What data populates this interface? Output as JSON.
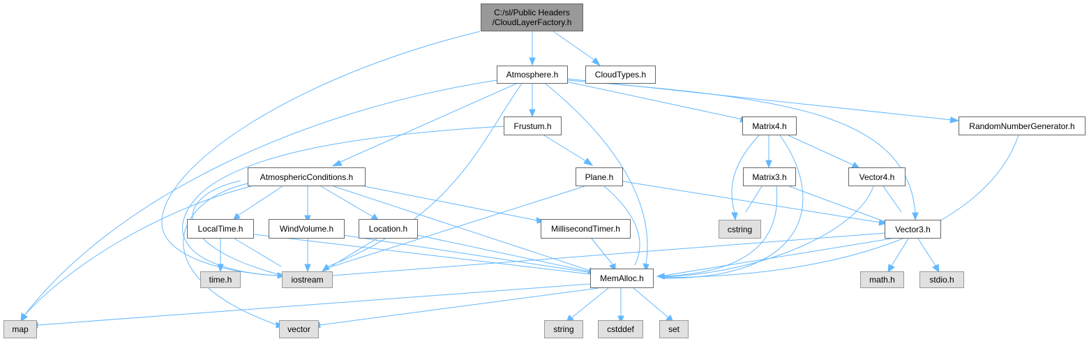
{
  "colors": {
    "edge": "#63b8ff",
    "root_fill": "#999999",
    "system_fill": "#e0e0e0",
    "local_fill": "#ffffff",
    "border": "#666666"
  },
  "nodes": {
    "root": {
      "line1": "C:/sl/Public Headers",
      "line2": "/CloudLayerFactory.h"
    },
    "atmosphere": "Atmosphere.h",
    "cloudtypes": "CloudTypes.h",
    "frustum": "Frustum.h",
    "matrix4": "Matrix4.h",
    "rng": "RandomNumberGenerator.h",
    "atmcond": "AtmosphericConditions.h",
    "plane": "Plane.h",
    "matrix3": "Matrix3.h",
    "vector4": "Vector4.h",
    "localtime": "LocalTime.h",
    "windvolume": "WindVolume.h",
    "location": "Location.h",
    "mstimer": "MillisecondTimer.h",
    "cstring": "cstring",
    "vector3": "Vector3.h",
    "timeh": "time.h",
    "iostream": "iostream",
    "memalloc": "MemAlloc.h",
    "mathh": "math.h",
    "stdioh": "stdio.h",
    "map": "map",
    "vector": "vector",
    "string": "string",
    "cstddef": "cstddef",
    "set": "set"
  }
}
